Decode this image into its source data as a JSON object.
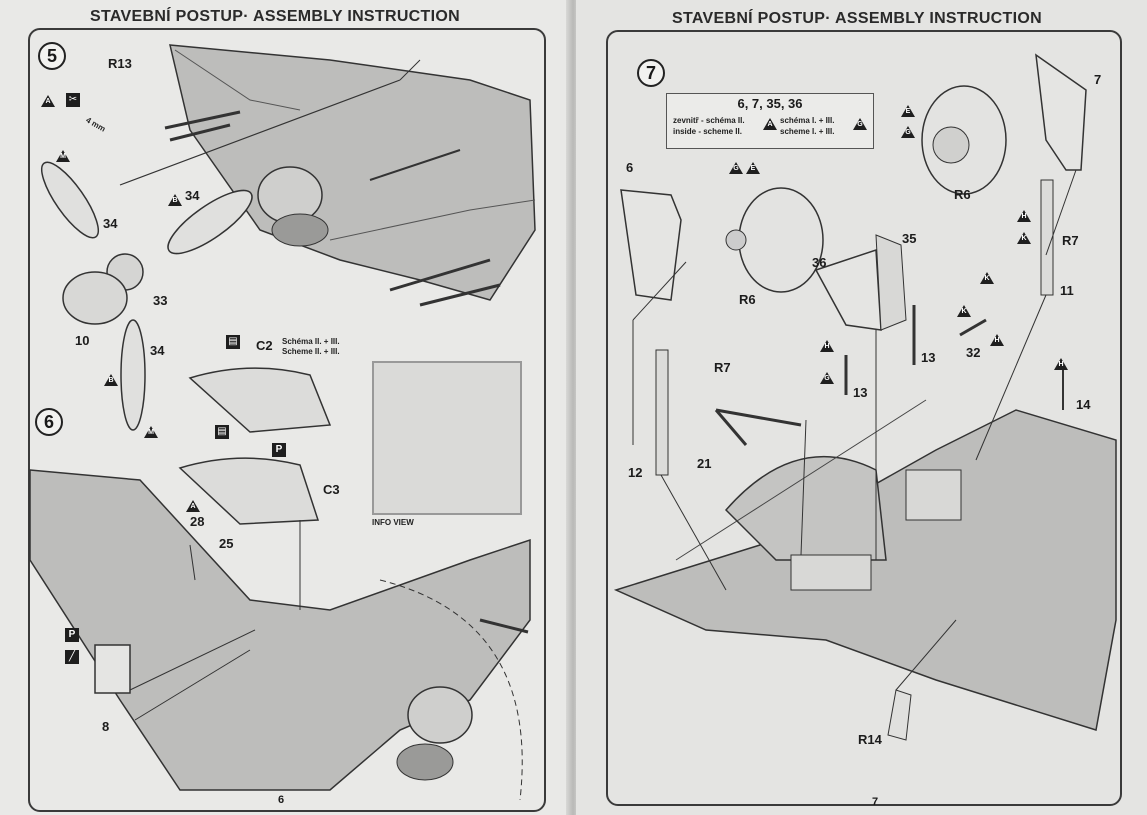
{
  "left_page": {
    "header": "STAVEBNÍ POSTUP· ASSEMBLY INSTRUCTION",
    "page_number": "6",
    "step5": {
      "number": "5",
      "parts": [
        "R13",
        "34",
        "34",
        "33",
        "10",
        "34"
      ],
      "measure": "4 mm"
    },
    "step6": {
      "number": "6",
      "parts": [
        "C2",
        "C3",
        "28",
        "25",
        "8"
      ],
      "scheme_cz": "Schéma II. + III.",
      "scheme_en": "Scheme II. + III.",
      "info_view": "INFO VIEW"
    }
  },
  "right_page": {
    "header": "STAVEBNÍ POSTUP· ASSEMBLY INSTRUCTION",
    "page_number": "7",
    "step7": {
      "number": "7",
      "legend": {
        "title": "6, 7, 35, 36",
        "row1_left": "zevnitř - schéma II.",
        "row1_right": "schéma I. + III.",
        "row2_left": "inside - scheme II.",
        "row2_right": "scheme I. + III."
      },
      "parts": [
        "6",
        "R6",
        "R6",
        "7",
        "R7",
        "R7",
        "11",
        "35",
        "36",
        "13",
        "13",
        "32",
        "12",
        "21",
        "14",
        "R14"
      ]
    }
  },
  "colors": {
    "paper": "#e9e9e7",
    "ink": "#1f1f1f",
    "frame": "#3a3a3a"
  },
  "icons": [
    "triangle-marker-icon",
    "cut-icon",
    "glue-icon",
    "paint-icon"
  ]
}
